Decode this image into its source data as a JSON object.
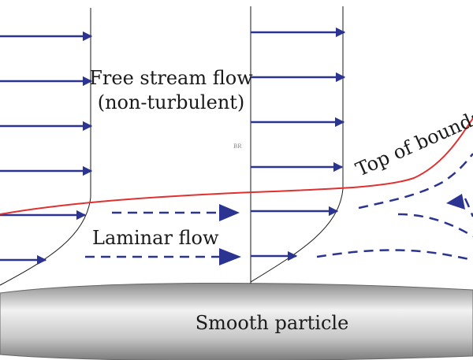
{
  "labels": {
    "free_stream_line1": "Free stream flow",
    "free_stream_line2": "(non-turbulent)",
    "laminar": "Laminar flow",
    "top_boundary": "Top of boundary l",
    "particle": "Smooth particle",
    "watermark": "BR"
  },
  "colors": {
    "arrow": "#2b3591",
    "boundary": "#e03030",
    "profile": "#1a1a1a",
    "particle_light": "#f2f2f2",
    "particle_dark": "#8c8c8c"
  }
}
